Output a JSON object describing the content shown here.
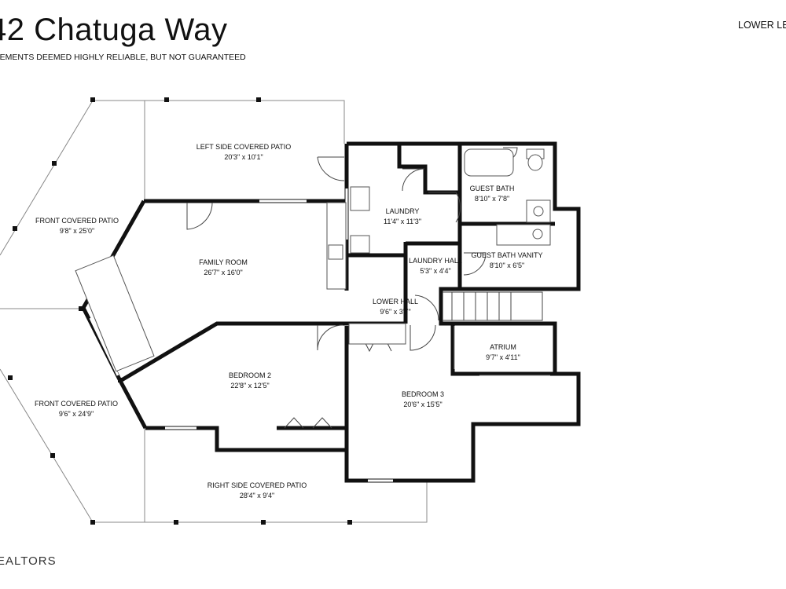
{
  "header": {
    "title": "42 Chatuga Way",
    "disclaimer": "REMENTS DEEMED HIGHLY RELIABLE, BUT NOT GUARANTEED",
    "level": "LOWER LE"
  },
  "footer": {
    "brand": "EALTORS"
  },
  "rooms": [
    {
      "id": "left-side-covered-patio",
      "name": "LEFT SIDE COVERED PATIO",
      "size": "20'3\" x 10'1\""
    },
    {
      "id": "front-covered-patio-1",
      "name": "FRONT COVERED PATIO",
      "size": "9'8\" x 25'0\""
    },
    {
      "id": "laundry",
      "name": "LAUNDRY",
      "size": "11'4\" x 11'3\""
    },
    {
      "id": "guest-bath",
      "name": "GUEST BATH",
      "size": "8'10\" x 7'8\""
    },
    {
      "id": "family-room",
      "name": "FAMILY ROOM",
      "size": "26'7\" x 16'0\""
    },
    {
      "id": "laundry-hall",
      "name": "LAUNDRY HALL",
      "size": "5'3\" x 4'4\""
    },
    {
      "id": "guest-bath-vanity",
      "name": "GUEST BATH VANITY",
      "size": "8'10\" x 6'5\""
    },
    {
      "id": "lower-hall",
      "name": "LOWER HALL",
      "size": "9'6\" x 3'7\""
    },
    {
      "id": "atrium",
      "name": "ATRIUM",
      "size": "9'7\" x 4'11\""
    },
    {
      "id": "bedroom-2",
      "name": "BEDROOM 2",
      "size": "22'8\" x 12'5\""
    },
    {
      "id": "bedroom-3",
      "name": "BEDROOM 3",
      "size": "20'6\" x 15'5\""
    },
    {
      "id": "front-covered-patio-2",
      "name": "FRONT COVERED PATIO",
      "size": "9'6\" x 24'9\""
    },
    {
      "id": "right-side-covered-patio",
      "name": "RIGHT SIDE COVERED PATIO",
      "size": "28'4\" x 9'4\""
    }
  ]
}
